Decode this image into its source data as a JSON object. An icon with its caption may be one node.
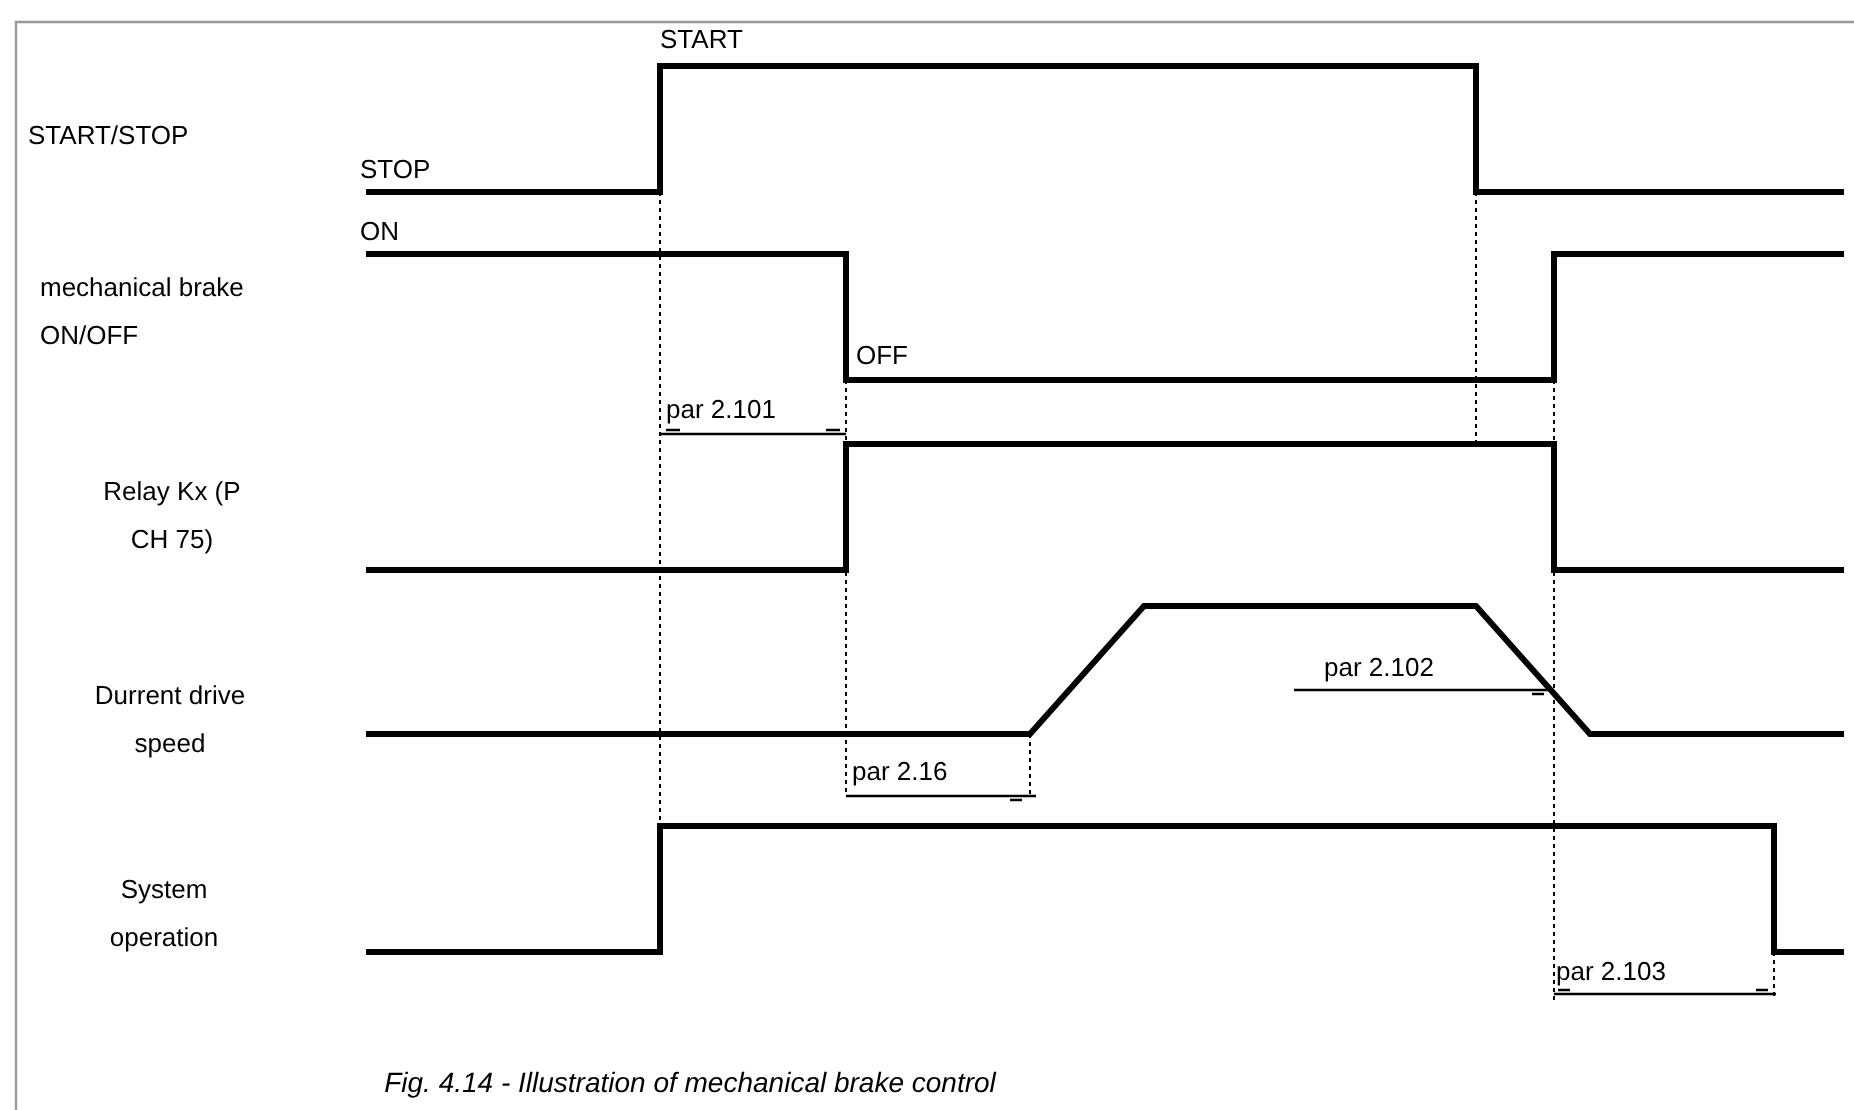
{
  "diagram": {
    "caption": "Fig. 4.14 - Illustration of mechanical brake control",
    "labels": [
      "START",
      "START/STOP",
      "STOP",
      "ON",
      "mechanical brake ON/OFF",
      "OFF",
      "par 2.101",
      "Relay Kx (P CH 75)",
      "Durrent drive speed",
      "par 2.102",
      "par 2.16",
      "System operation",
      "par 2.103"
    ]
  }
}
